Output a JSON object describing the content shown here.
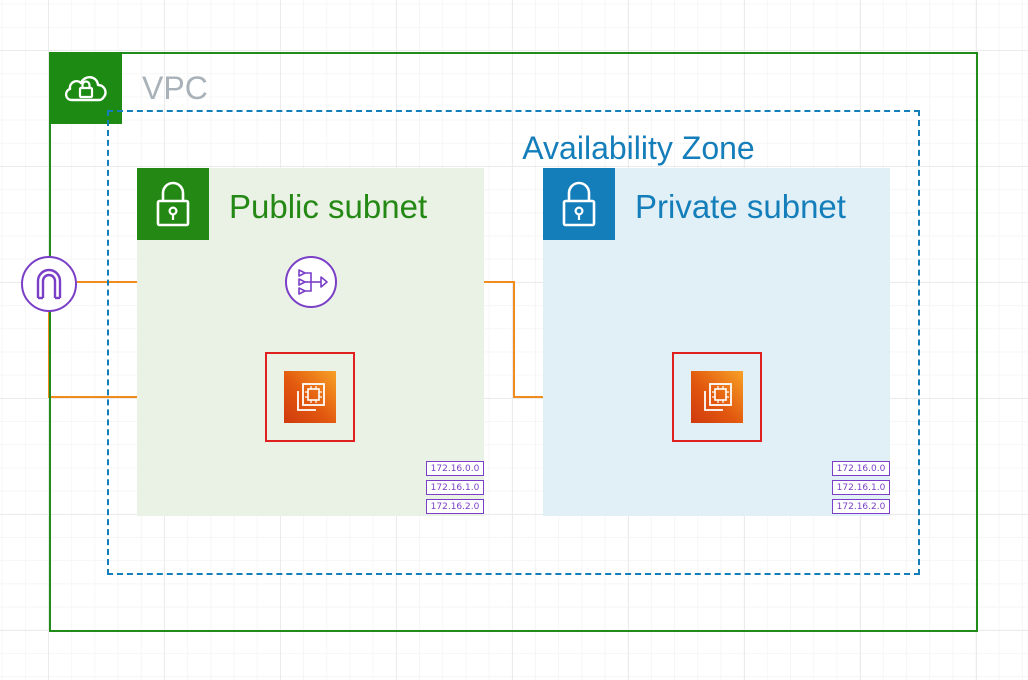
{
  "vpc": {
    "label": "VPC",
    "icon": "cloud-lock-icon",
    "border_color": "#1f8c1b"
  },
  "availability_zone": {
    "label": "Availability Zone",
    "border_color": "#147eba"
  },
  "subnets": [
    {
      "label": "Public subnet",
      "icon": "lock-icon",
      "accent": "#248814",
      "fill": "#e9f2e5",
      "route_table": [
        "172.16.0.0",
        "172.16.1.0",
        "172.16.2.0"
      ]
    },
    {
      "label": "Private subnet",
      "icon": "lock-icon",
      "accent": "#147eba",
      "fill": "#e1f0f7",
      "route_table": [
        "172.16.0.0",
        "172.16.1.0",
        "172.16.2.0"
      ]
    }
  ],
  "icons": {
    "internet_gateway": "internet-gateway-icon",
    "nat_gateway": "nat-gateway-icon",
    "ec2_instance": "ec2-instance-icon"
  },
  "colors": {
    "connection": "#f08c1e",
    "selection": "#e01f1f",
    "network_purple": "#7a3ec7",
    "ec2_orange": "#e2580f"
  }
}
